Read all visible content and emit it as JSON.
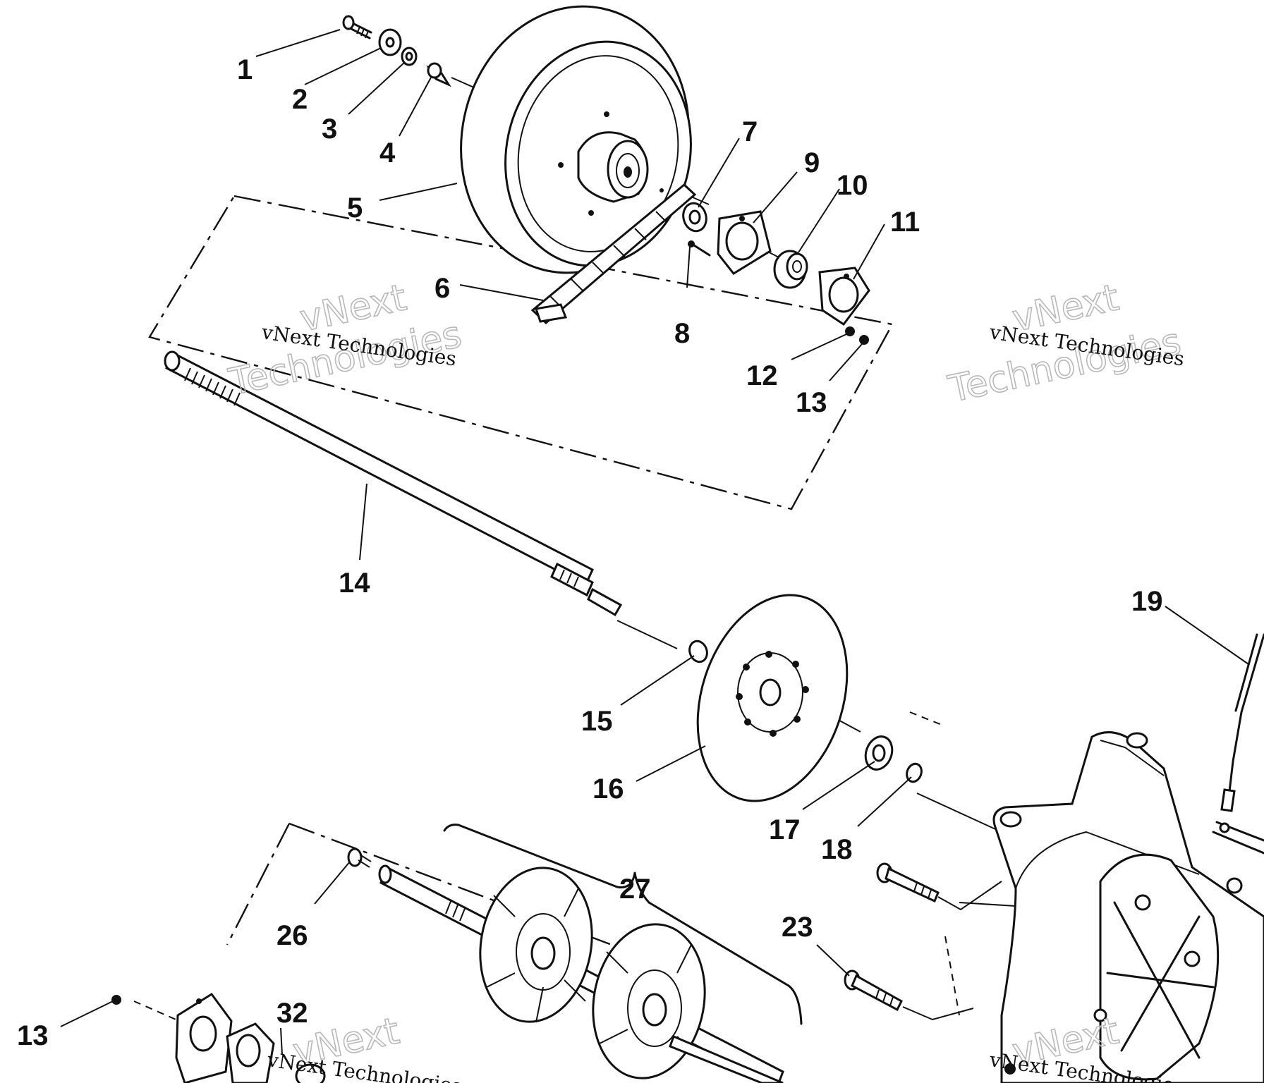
{
  "watermark": {
    "line1": "vNext Technologies",
    "big_line1": "vNext",
    "big_line2": "Technologies"
  },
  "callouts": {
    "c1": "1",
    "c2": "2",
    "c3": "3",
    "c4": "4",
    "c5": "5",
    "c6": "6",
    "c7": "7",
    "c8": "8",
    "c9": "9",
    "c10": "10",
    "c11": "11",
    "c12": "12",
    "c13": "13",
    "c14": "14",
    "c15": "15",
    "c16": "16",
    "c17": "17",
    "c18": "18",
    "c19": "19",
    "c23": "23",
    "c26": "26",
    "c27": "27",
    "c32": "32",
    "c13b": "13"
  },
  "colors": {
    "ink": "#111111",
    "paper": "#ffffff",
    "watermark_outline": "#b8b8b8"
  }
}
